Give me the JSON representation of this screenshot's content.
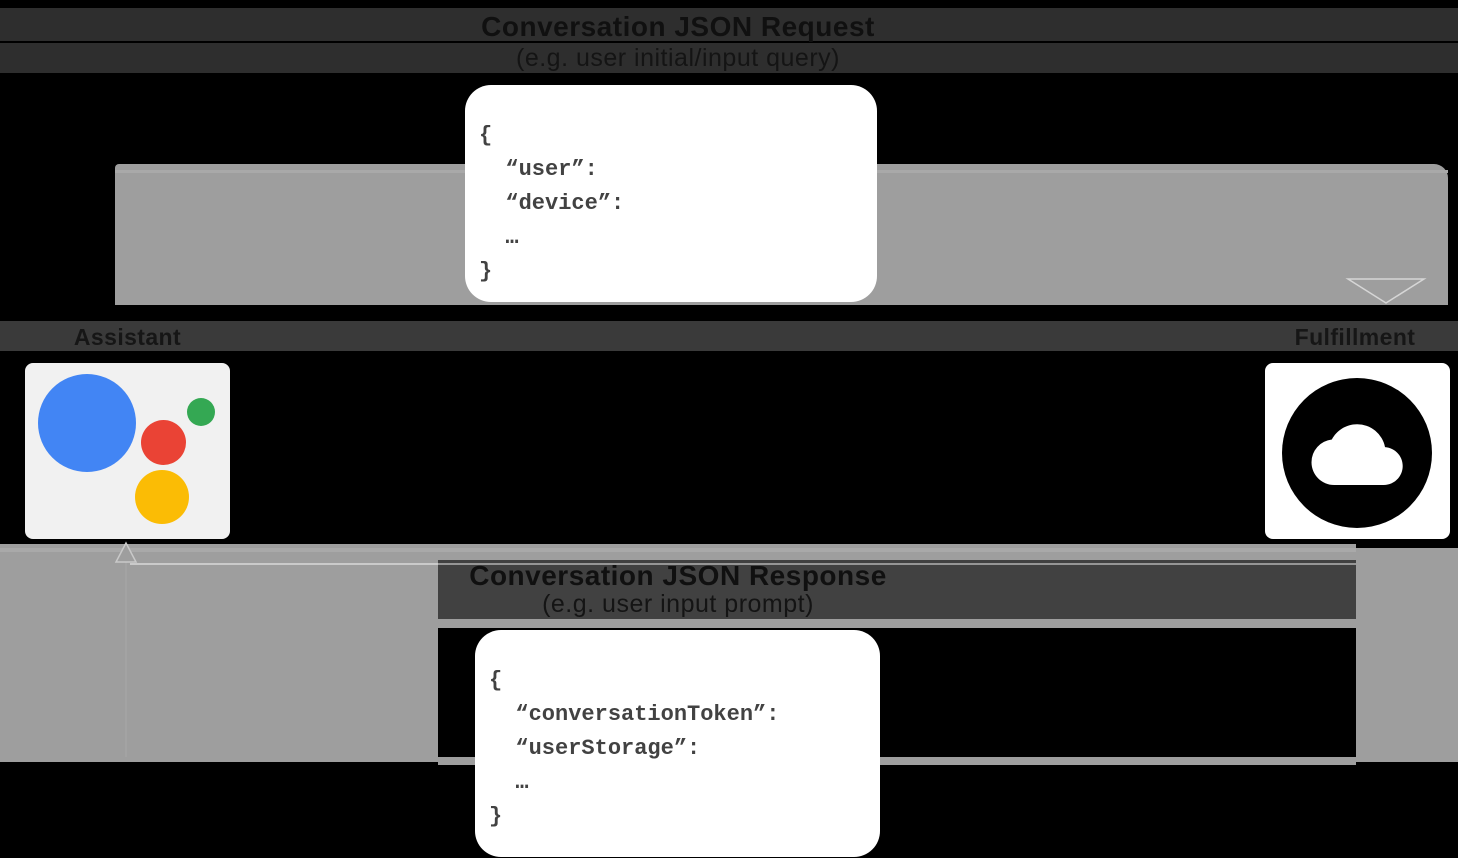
{
  "request_flow": {
    "title": "Conversation JSON Request",
    "subtitle": "(e.g. user initial/input query)",
    "code": "{\n  “user”:\n  “device”:\n  …\n}"
  },
  "response_flow": {
    "title": "Conversation JSON Response",
    "subtitle": "(e.g. user input prompt)",
    "code": "{\n  “conversationToken”:\n  “userStorage”:\n  …\n}"
  },
  "nodes": {
    "assistant": {
      "label": "Assistant"
    },
    "fulfillment": {
      "label": "Fulfillment"
    }
  },
  "icons": {
    "assistant_logo": "google-assistant-logo",
    "fulfillment_icon": "cloud-icon"
  },
  "colors": {
    "background": "#000000",
    "arrow_gray": "#9e9e9e",
    "text_band": "#414141",
    "label_band": "#3a3a3a",
    "card_bg": "#ffffff",
    "code_text": "#424242",
    "assistant_blue": "#4285f4",
    "assistant_green": "#34a853",
    "assistant_red": "#ea4335",
    "assistant_yellow": "#fbbc05"
  }
}
